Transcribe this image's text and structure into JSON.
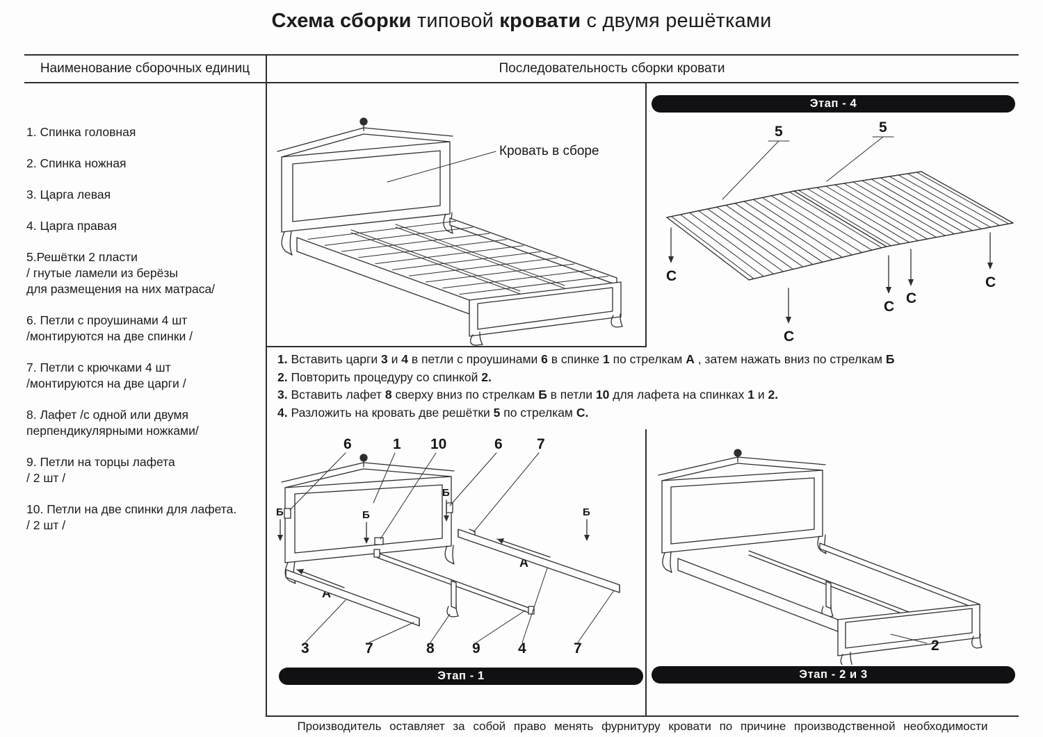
{
  "title": {
    "seg1": "Схема сборки",
    "seg2": " типовой ",
    "seg3": "кровати",
    "seg4": " с двумя решётками"
  },
  "headers": {
    "left": "Наименование  сборочных единиц",
    "right": "Последовательность сборки кровати"
  },
  "parts_list": [
    {
      "text": "1.   Спинка головная"
    },
    {
      "text": "2. Спинка ножная"
    },
    {
      "text": "3. Царга левая"
    },
    {
      "text": "4. Царга правая"
    },
    {
      "text": "5.Решётки  2 пласти\n/ гнутые ламели из берёзы\nдля размещения на них матраса/"
    },
    {
      "text": "6. Петли с проушинами 4 шт\n/монтируются на две спинки /"
    },
    {
      "text": "7. Петли с крючками 4 шт\n/монтируются на две царги /"
    },
    {
      "text": "8. Лафет /с одной или двумя\nперпендикулярными ножками/"
    },
    {
      "text": "9. Петли на торцы лафета\n/ 2 шт /"
    },
    {
      "text": "10. Петли на две спинки для лафета.\n/ 2 шт /"
    }
  ],
  "instructions": [
    [
      {
        "t": "1.",
        "b": true
      },
      {
        "t": " Вставить царги ",
        "b": false
      },
      {
        "t": "3",
        "b": true
      },
      {
        "t": " и ",
        "b": false
      },
      {
        "t": "4",
        "b": true
      },
      {
        "t": " в петли с проушинами ",
        "b": false
      },
      {
        "t": "6",
        "b": true
      },
      {
        "t": " в спинке ",
        "b": false
      },
      {
        "t": "1",
        "b": true
      },
      {
        "t": " по стрелкам ",
        "b": false
      },
      {
        "t": "А",
        "b": true
      },
      {
        "t": " , затем нажать вниз по стрелкам ",
        "b": false
      },
      {
        "t": "Б",
        "b": true
      }
    ],
    [
      {
        "t": "2.",
        "b": true
      },
      {
        "t": " Повторить процедуру со спинкой ",
        "b": false
      },
      {
        "t": "2.",
        "b": true
      }
    ],
    [
      {
        "t": "3.",
        "b": true
      },
      {
        "t": " Вставить лафет ",
        "b": false
      },
      {
        "t": "8",
        "b": true
      },
      {
        "t": " сверху вниз по стрелкам ",
        "b": false
      },
      {
        "t": "Б",
        "b": true
      },
      {
        "t": " в петли ",
        "b": false
      },
      {
        "t": "10",
        "b": true
      },
      {
        "t": " для лафета на спинках ",
        "b": false
      },
      {
        "t": "1",
        "b": true
      },
      {
        "t": " и ",
        "b": false
      },
      {
        "t": "2.",
        "b": true
      }
    ],
    [
      {
        "t": "4.",
        "b": true
      },
      {
        "t": " Разложить на кровать две решётки ",
        "b": false
      },
      {
        "t": "5",
        "b": true
      },
      {
        "t": "  по стрелкам ",
        "b": false
      },
      {
        "t": "С.",
        "b": true
      }
    ]
  ],
  "banners": {
    "stage4": "Этап -  4",
    "stage1": "Этап - 1",
    "stage23": "Этап -  2 и 3"
  },
  "drawings": {
    "assembled": {
      "caption": "Кровать в сборе"
    },
    "stage4": {
      "labels_5": [
        "5",
        "5"
      ],
      "labels_c": [
        "С",
        "С",
        "С",
        "С",
        "С"
      ]
    },
    "stage1": {
      "top": [
        "6",
        "1",
        "10",
        "6",
        "7"
      ],
      "bottom": [
        "3",
        "7",
        "8",
        "9",
        "4",
        "7"
      ],
      "b": [
        "Б",
        "Б",
        "Б",
        "Б"
      ],
      "a": [
        "А",
        "А"
      ]
    },
    "stage23": {
      "label": "2"
    }
  },
  "footer": "Производитель оставляет за собой право менять фурнитуру кровати по причине производственной необходимости",
  "colors": {
    "ink": "#2e2e31",
    "banner_bg": "#111114",
    "banner_text": "#ffffff",
    "background": "#fdfdfd"
  }
}
